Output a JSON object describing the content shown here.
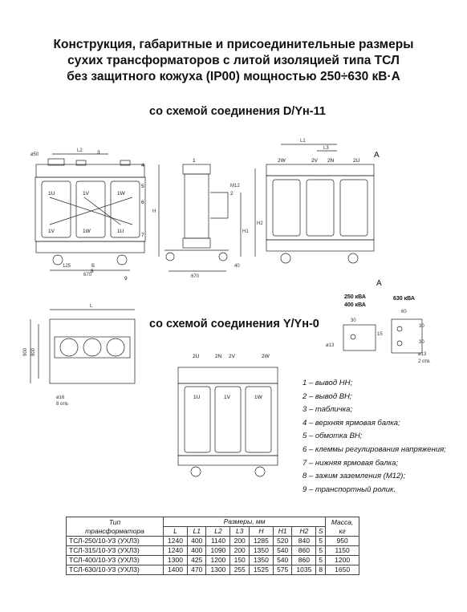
{
  "title_lines": [
    "Конструкция, габаритные и присоединительные размеры",
    "сухих трансформаторов с литой изоляцией типа ТСЛ",
    "без защитного кожуха (IP00) мощностью 250÷630 кВ·А"
  ],
  "scheme_dy": "со схемой соединения D/Yн-11",
  "scheme_yy": "со схемой соединения Y/Yн-0",
  "front_view": {
    "dims": [
      "L2",
      "125",
      "B",
      "670"
    ],
    "dim_top": "ø50",
    "callouts": [
      "3",
      "4",
      "5",
      "6",
      "7",
      "8",
      "9"
    ],
    "phases_top": [
      "1U",
      "1V",
      "1W"
    ],
    "phases_bottom": [
      "1V",
      "1W",
      "1U"
    ]
  },
  "side_view": {
    "dims": [
      "H",
      "H1",
      "H2",
      "40",
      "670",
      "M12"
    ],
    "callouts": [
      "1",
      "2"
    ]
  },
  "rear_view": {
    "terminals": [
      "2W",
      "2V",
      "2N",
      "2U"
    ],
    "dims": [
      "L1",
      "L3"
    ],
    "mark": "A"
  },
  "detail_a": {
    "mark": "A",
    "left_label_lines": [
      "250 кВА",
      "400 кВА"
    ],
    "right_label": "630 кВА",
    "left_dims": [
      "30",
      "15",
      "ø13"
    ],
    "right_dims": [
      "60",
      "30",
      "30",
      "ø13"
    ],
    "right_note": "2 отв."
  },
  "top_view": {
    "dims": [
      "L",
      "800",
      "900",
      "ø16"
    ],
    "note": "8 отв."
  },
  "yy_view": {
    "terminals": [
      "2U",
      "2N",
      "2V",
      "2W"
    ],
    "phases": [
      "1U",
      "1V",
      "1W"
    ]
  },
  "legend": [
    "1 – вывод НН;",
    "2 – вывод ВН;",
    "3 – табличка;",
    "4 – верхняя ярмовая балка;",
    "5 – обмотка ВН;",
    "6 – клеммы регулирования напряжения;",
    "7 – нижняя ярмовая балка;",
    "8 – зажим заземления (М12);",
    "9 – транспортный ролик."
  ],
  "table": {
    "col_type_lines": [
      "Тип",
      "трансформатора"
    ],
    "col_sizes": "Размеры, мм",
    "col_mass_lines": [
      "Масса,",
      "кг"
    ],
    "size_headers": [
      "L",
      "L1",
      "L2",
      "L3",
      "H",
      "H1",
      "H2",
      "S"
    ],
    "rows": [
      [
        "ТСЛ-250/10-У3 (УХЛ3)",
        "1240",
        "400",
        "1140",
        "200",
        "1285",
        "520",
        "840",
        "5",
        "950"
      ],
      [
        "ТСЛ-315/10-У3 (УХЛ3)",
        "1240",
        "400",
        "1090",
        "200",
        "1350",
        "540",
        "860",
        "5",
        "1150"
      ],
      [
        "ТСЛ-400/10-У3 (УХЛ3)",
        "1300",
        "425",
        "1200",
        "150",
        "1350",
        "540",
        "860",
        "5",
        "1200"
      ],
      [
        "ТСЛ-630/10-У3 (УХЛ3)",
        "1400",
        "470",
        "1300",
        "255",
        "1525",
        "575",
        "1035",
        "8",
        "1650"
      ]
    ]
  }
}
